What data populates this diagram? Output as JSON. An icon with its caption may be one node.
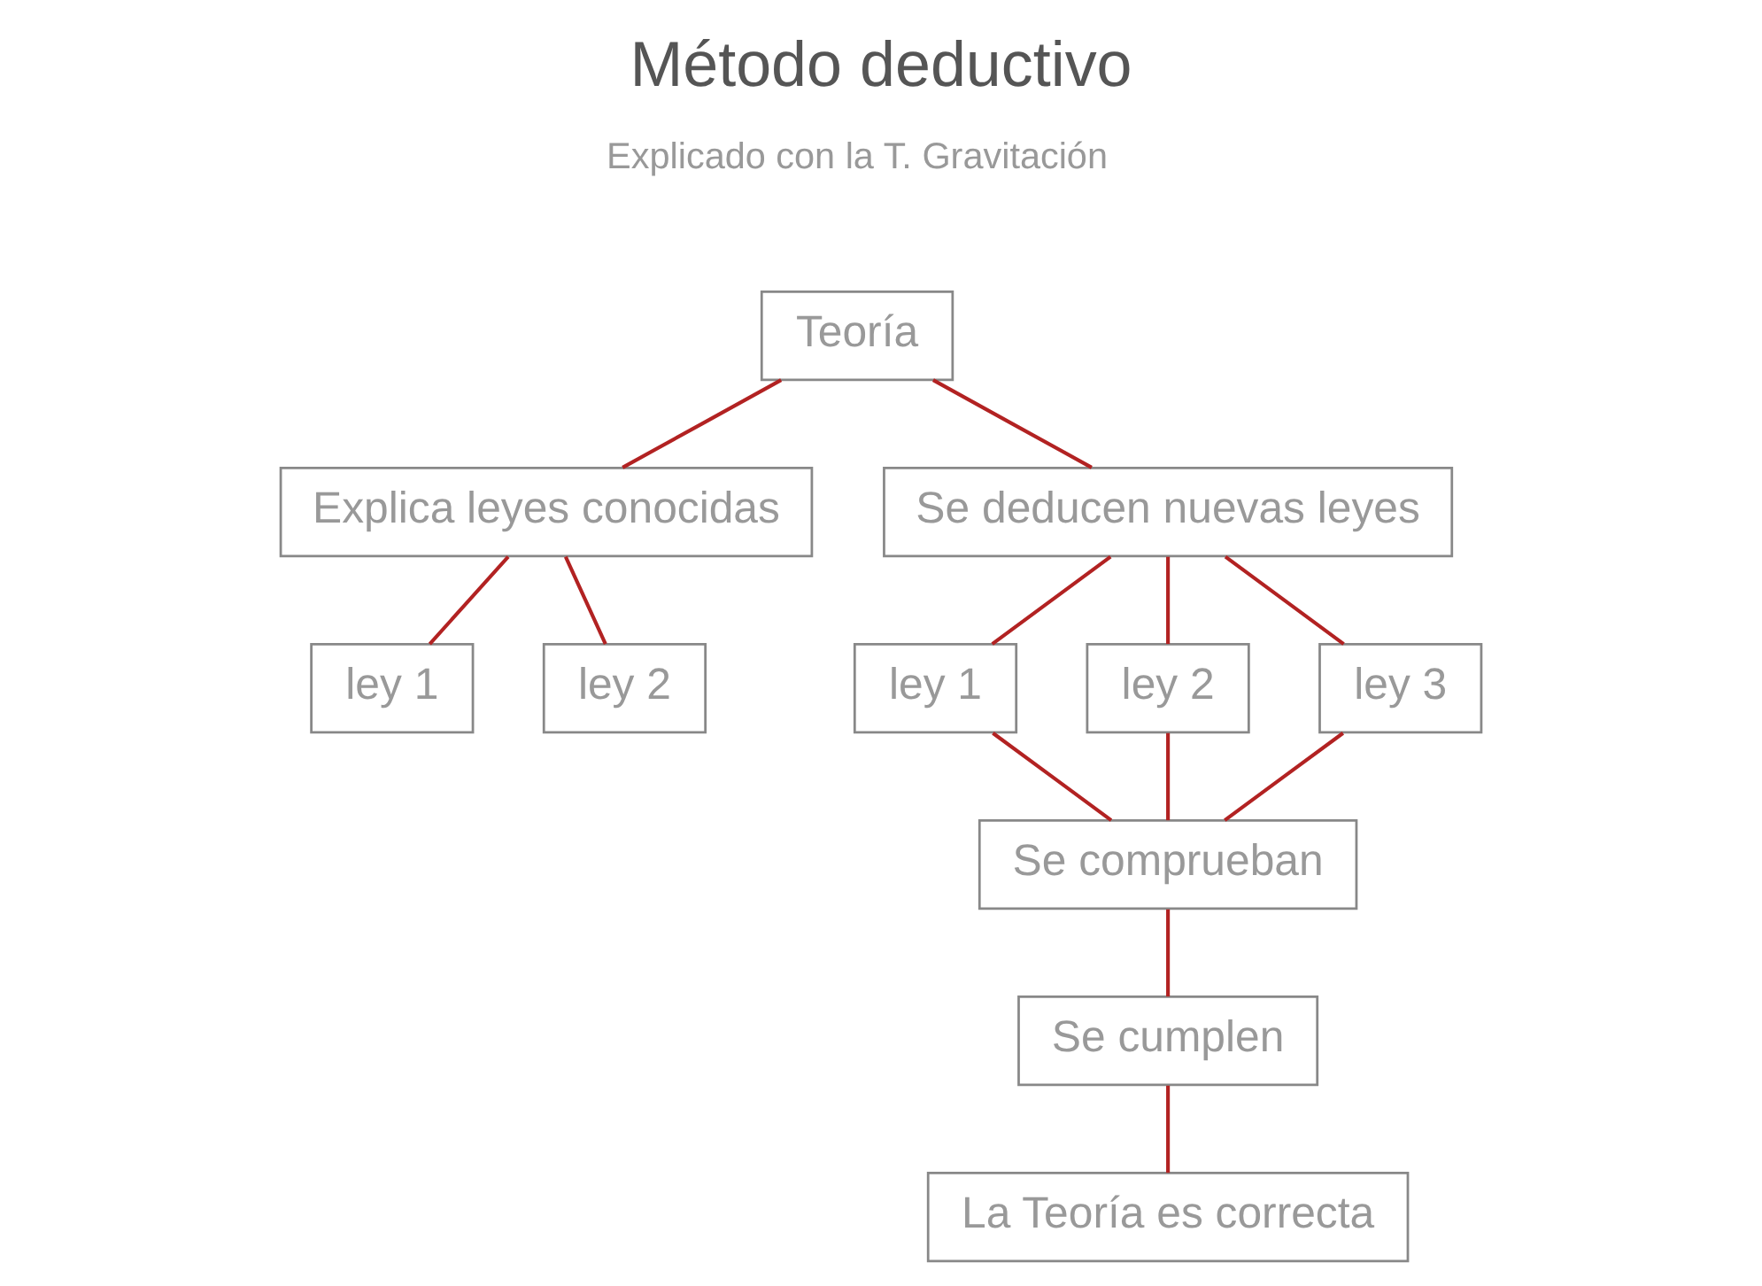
{
  "diagram": {
    "title": "Método deductivo",
    "nodes": [
      {
        "text": [
          "Teoría"
        ]
      },
      {
        "text": [
          "Explica leyes conocidas"
        ]
      },
      {
        "text": [
          "Se deducen nuevas leyes"
        ]
      },
      {
        "text": [
          "ley 1"
        ]
      },
      {
        "text": [
          "ley 2"
        ]
      },
      {
        "text": [
          "ley 1"
        ]
      },
      {
        "text": [
          "ley 2"
        ]
      },
      {
        "text": [
          "ley 3"
        ]
      },
      {
        "text": [
          "Se comprueban"
        ]
      },
      {
        "text": [
          "Se cumplen"
        ]
      },
      {
        "text": [
          "La Teoría es correcta"
        ]
      }
    ],
    "edges": [
      {
        "from": 0,
        "to": 1,
        "arrow": "none"
      },
      {
        "from": 0,
        "to": 2,
        "arrow": "none"
      },
      {
        "from": 1,
        "to": 3,
        "arrow": "none"
      },
      {
        "from": 1,
        "to": 4,
        "arrow": "none"
      },
      {
        "from": 2,
        "to": 5,
        "arrow": "none"
      },
      {
        "from": 2,
        "to": 6,
        "arrow": "none"
      },
      {
        "from": 2,
        "to": 7,
        "arrow": "none"
      },
      {
        "from": 5,
        "to": 8,
        "arrow": "none"
      },
      {
        "from": 6,
        "to": 8,
        "arrow": "none"
      },
      {
        "from": 7,
        "to": 8,
        "arrow": "none"
      },
      {
        "from": 8,
        "to": 9,
        "arrow": "none"
      },
      {
        "from": 9,
        "to": 10,
        "arrow": "none"
      }
    ],
    "labels": [
      "Explicado con la T. Gravitación"
    ]
  }
}
